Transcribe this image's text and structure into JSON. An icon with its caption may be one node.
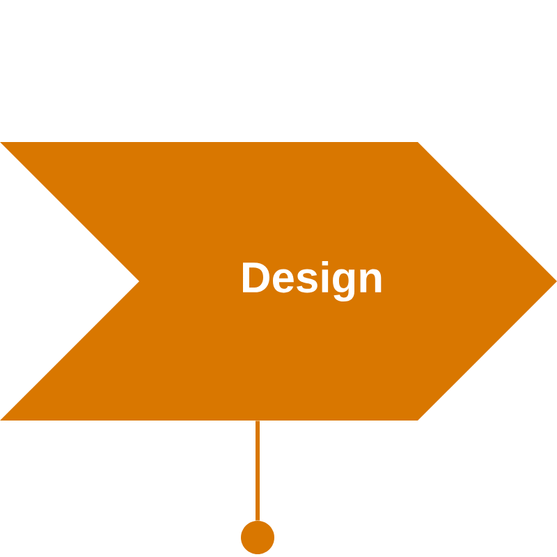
{
  "diagram": {
    "nodes": [
      {
        "text": [
          "Design"
        ]
      },
      {
        "text": [],
        "shape": "circle"
      }
    ],
    "edges": [
      {
        "from": 0,
        "to": 1,
        "arrow": "none"
      }
    ]
  }
}
